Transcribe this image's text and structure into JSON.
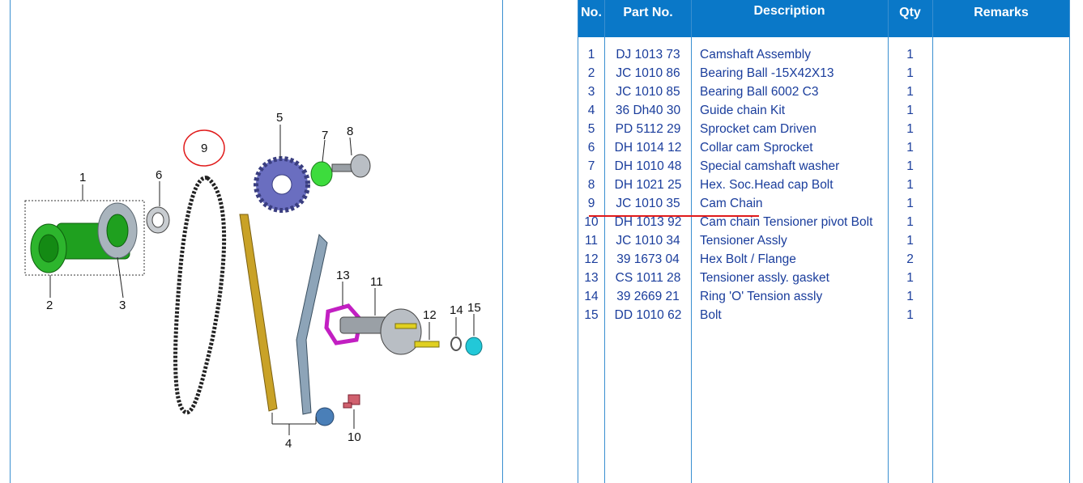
{
  "table": {
    "headers": {
      "no": "No.",
      "part_no": "Part No.",
      "description": "Description",
      "qty": "Qty",
      "remarks": "Remarks"
    },
    "rows": [
      {
        "no": "1",
        "part_no": "DJ 1013 73",
        "description": "Camshaft Assembly",
        "qty": "1"
      },
      {
        "no": "2",
        "part_no": "JC 1010 86",
        "description": "Bearing Ball -15X42X13",
        "qty": "1"
      },
      {
        "no": "3",
        "part_no": "JC 1010 85",
        "description": "Bearing Ball 6002 C3",
        "qty": "1"
      },
      {
        "no": "4",
        "part_no": "36 Dh40 30",
        "description": "Guide chain Kit",
        "qty": "1"
      },
      {
        "no": "5",
        "part_no": "PD 5112 29",
        "description": "Sprocket cam Driven",
        "qty": "1"
      },
      {
        "no": "6",
        "part_no": "DH 1014 12",
        "description": "Collar cam Sprocket",
        "qty": "1"
      },
      {
        "no": "7",
        "part_no": "DH 1010 48",
        "description": "Special camshaft washer",
        "qty": "1"
      },
      {
        "no": "8",
        "part_no": "DH 1021 25",
        "description": "Hex. Soc.Head cap Bolt",
        "qty": "1"
      },
      {
        "no": "9",
        "part_no": "JC 1010 35",
        "description": "Cam Chain",
        "qty": "1"
      },
      {
        "no": "10",
        "part_no": "DH 1013 92",
        "description": "Cam chain Tensioner pivot Bolt",
        "qty": "1"
      },
      {
        "no": "11",
        "part_no": "JC 1010 34",
        "description": "Tensioner Assly",
        "qty": "1"
      },
      {
        "no": "12",
        "part_no": "39 1673 04",
        "description": "Hex Bolt / Flange",
        "qty": "2"
      },
      {
        "no": "13",
        "part_no": "CS 1011 28",
        "description": "Tensioner assly. gasket",
        "qty": "1"
      },
      {
        "no": "14",
        "part_no": "39 2669 21",
        "description": "Ring 'O' Tension assly",
        "qty": "1"
      },
      {
        "no": "15",
        "part_no": "DD 1010 62",
        "description": "Bolt",
        "qty": "1"
      }
    ]
  },
  "diagram": {
    "callouts": [
      "1",
      "2",
      "3",
      "4",
      "5",
      "6",
      "7",
      "8",
      "9",
      "10",
      "11",
      "12",
      "13",
      "14",
      "15"
    ],
    "highlight_color": "#e01a1a",
    "part_colors": {
      "camshaft": "#1fa01f",
      "guide": "#c9a227",
      "gasket": "#c21fc2",
      "washer": "#3ddc3d",
      "bolt15": "#22c8d8",
      "tensioner": "#9aa0a6"
    }
  }
}
